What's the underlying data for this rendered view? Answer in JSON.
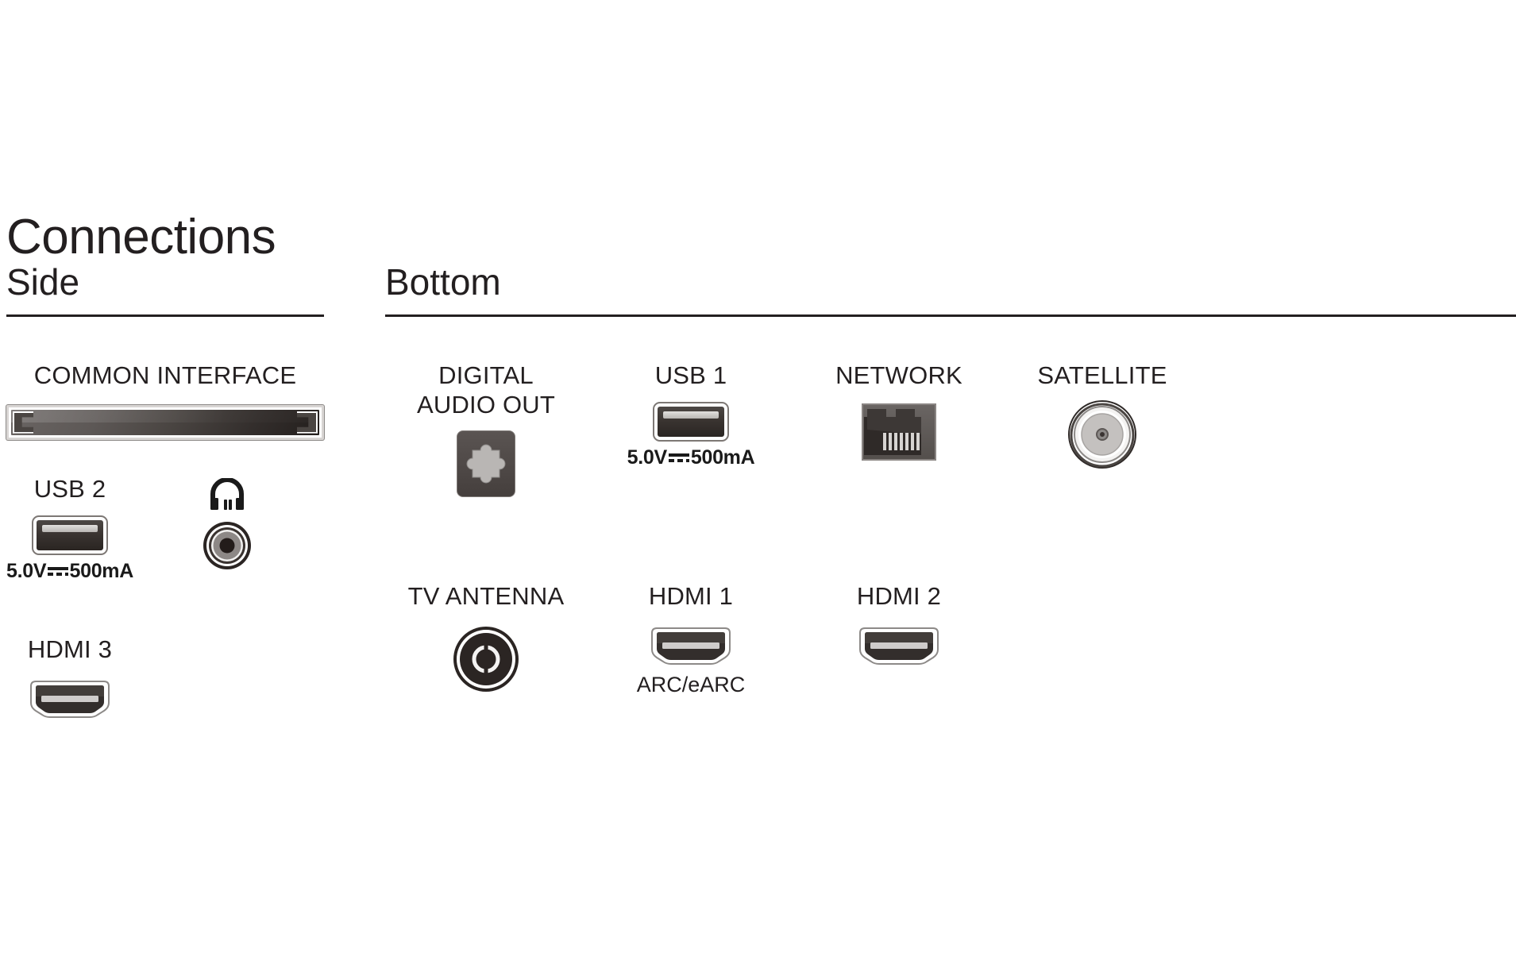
{
  "page": {
    "title": "Connections",
    "background_color": "#ffffff",
    "text_color": "#231f20"
  },
  "sections": [
    {
      "id": "side",
      "heading": "Side"
    },
    {
      "id": "bottom",
      "heading": "Bottom"
    }
  ],
  "side": {
    "heading": "Side",
    "ports": [
      {
        "id": "common-interface",
        "label": "COMMON INTERFACE",
        "icon": "ci-slot-icon",
        "sublabel": null,
        "power": null
      },
      {
        "id": "usb2",
        "label": "USB 2",
        "icon": "usb-port-icon",
        "sublabel": null,
        "power": {
          "voltage": "5.0V",
          "symbol": "dc",
          "current": "500mA",
          "text": "5.0V⎓500mA"
        }
      },
      {
        "id": "headphone",
        "label": "",
        "icon": "headphone-icon",
        "sublabel": null,
        "power": null
      },
      {
        "id": "hdmi3",
        "label": "HDMI 3",
        "icon": "hdmi-port-icon",
        "sublabel": null,
        "power": null
      }
    ]
  },
  "bottom": {
    "heading": "Bottom",
    "ports": [
      {
        "id": "digital-audio-out",
        "label_line1": "DIGITAL",
        "label_line2": "AUDIO OUT",
        "icon": "optical-audio-port-icon",
        "sublabel": null,
        "power": null
      },
      {
        "id": "usb1",
        "label": "USB 1",
        "icon": "usb-port-icon",
        "sublabel": null,
        "power": {
          "voltage": "5.0V",
          "symbol": "dc",
          "current": "500mA",
          "text": "5.0V⎓500mA"
        }
      },
      {
        "id": "network",
        "label": "NETWORK",
        "icon": "ethernet-rj45-port-icon",
        "sublabel": null,
        "power": null
      },
      {
        "id": "satellite",
        "label": "SATELLITE",
        "icon": "satellite-f-connector-icon",
        "sublabel": null,
        "power": null
      },
      {
        "id": "tv-antenna",
        "label": "TV ANTENNA",
        "icon": "coax-antenna-connector-icon",
        "sublabel": null,
        "power": null
      },
      {
        "id": "hdmi1",
        "label": "HDMI 1",
        "icon": "hdmi-port-icon",
        "sublabel": "ARC/eARC",
        "power": null
      },
      {
        "id": "hdmi2",
        "label": "HDMI 2",
        "icon": "hdmi-port-icon",
        "sublabel": null,
        "power": null
      }
    ]
  },
  "colors": {
    "port_dark": "#332e2c",
    "port_mid": "#5a5452",
    "port_light_bar": "#cfcccb",
    "rule": "#231f20",
    "metal": "#c9c7c5"
  }
}
